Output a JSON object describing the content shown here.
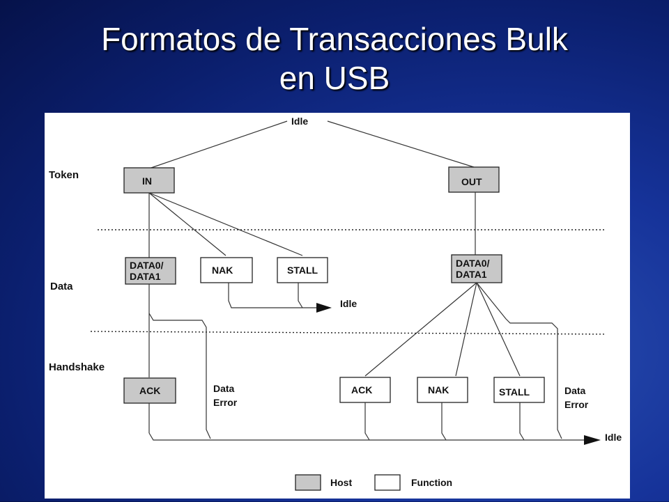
{
  "slide": {
    "title_line1": "Formatos de Transacciones Bulk",
    "title_line2": "en  USB"
  },
  "diagram": {
    "idle_top": "Idle",
    "idle_mid": "Idle",
    "idle_bottom": "Idle",
    "phases": {
      "token": "Token",
      "data": "Data",
      "handshake": "Handshake"
    },
    "in_branch": {
      "in": "IN",
      "data_l1": "DATA0/",
      "data_l2": "DATA1",
      "nak": "NAK",
      "stall": "STALL",
      "ack": "ACK",
      "err_l1": "Data",
      "err_l2": "Error"
    },
    "out_branch": {
      "out": "OUT",
      "data_l1": "DATA0/",
      "data_l2": "DATA1",
      "ack": "ACK",
      "nak": "NAK",
      "stall": "STALL",
      "err_l1": "Data",
      "err_l2": "Error"
    },
    "legend": {
      "host": "Host",
      "function": "Function"
    },
    "colors": {
      "host": "#c8c8c8",
      "function": "#ffffff"
    }
  }
}
